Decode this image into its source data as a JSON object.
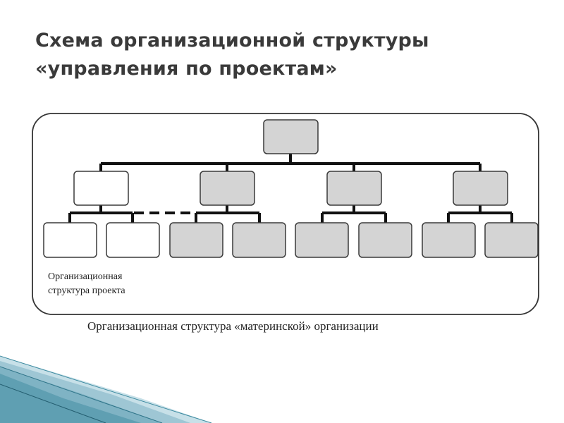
{
  "slide": {
    "title_line1": "Схема организационной структуры",
    "title_line2": "«управления по проектам»"
  },
  "diagram": {
    "caption": "Организационная структура «материнской» организации",
    "project_label_line1": "Организационная",
    "project_label_line2": "структура проекта"
  },
  "colors": {
    "gray_box": "#d4d4d4",
    "white_box": "#ffffff",
    "stroke": "#3a3a3a",
    "connector": "#111111",
    "decor_blue": "#9ec6d4"
  }
}
